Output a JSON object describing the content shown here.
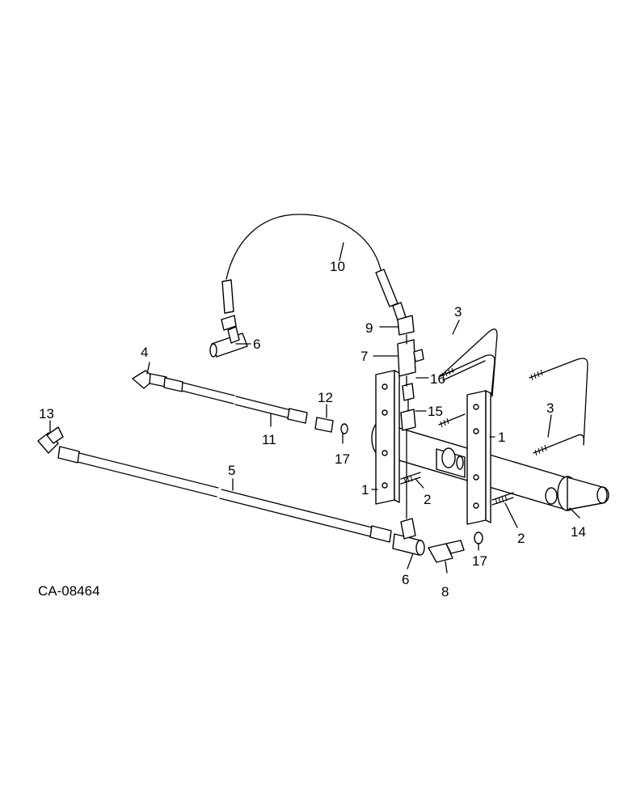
{
  "figure_code": "CA-08464",
  "callouts": {
    "c1a": "1",
    "c1b": "1",
    "c2a": "2",
    "c2b": "2",
    "c3a": "3",
    "c3b": "3",
    "c4": "4",
    "c5": "5",
    "c6a": "6",
    "c6b": "6",
    "c7": "7",
    "c8": "8",
    "c9": "9",
    "c10": "10",
    "c11": "11",
    "c12": "12",
    "c13": "13",
    "c14": "14",
    "c15": "15",
    "c16": "16",
    "c17a": "17",
    "c17b": "17"
  }
}
